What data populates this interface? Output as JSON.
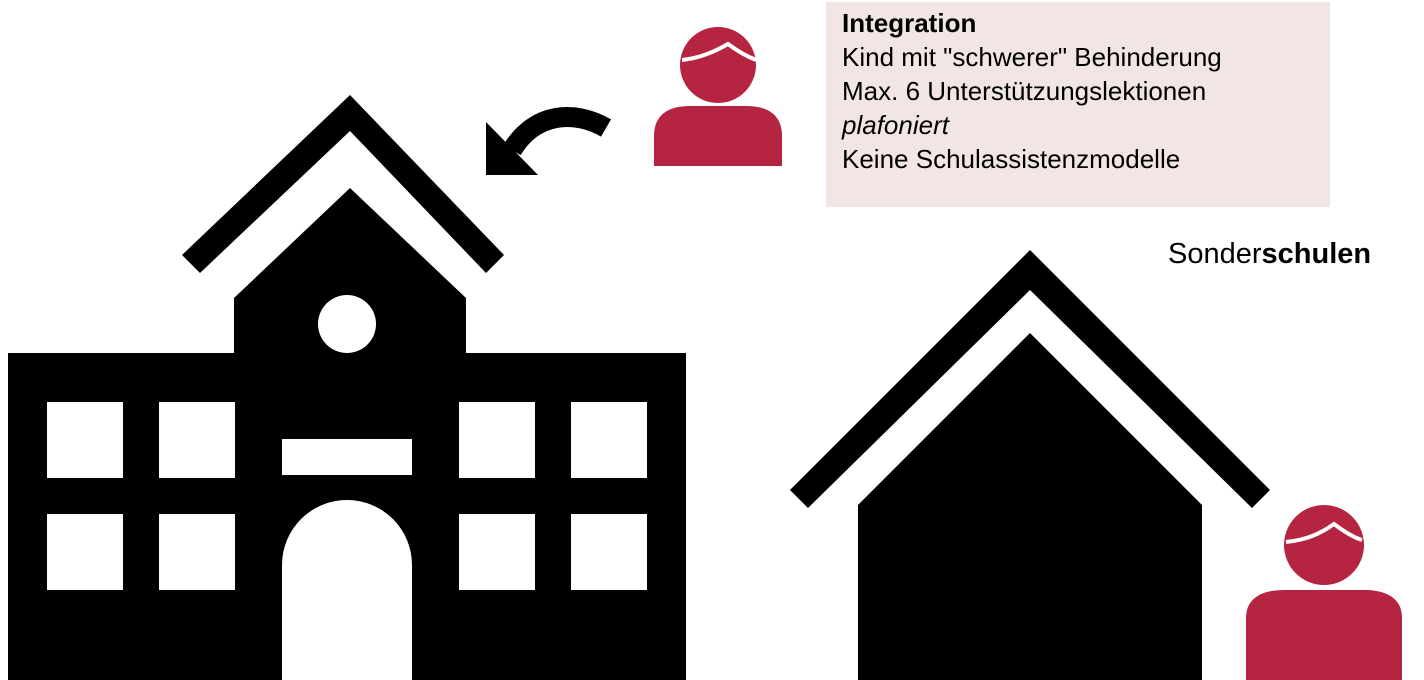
{
  "info_box": {
    "title": "Integration",
    "line1": "Kind mit \"schwerer\" Behinderung",
    "line2": "Max. 6 Unterstützungslektionen",
    "line3": "plafoniert",
    "line4": "Keine Schulassistenzmodelle"
  },
  "special_school_label": {
    "prefix": "Sonder",
    "bold": "schulen"
  },
  "icons": [
    "school-building-icon",
    "house-icon",
    "person-icon",
    "curved-arrow-icon"
  ],
  "colors": {
    "person": "#b52440",
    "info_box_background": "#f1e6e3",
    "silhouette": "#000000"
  }
}
